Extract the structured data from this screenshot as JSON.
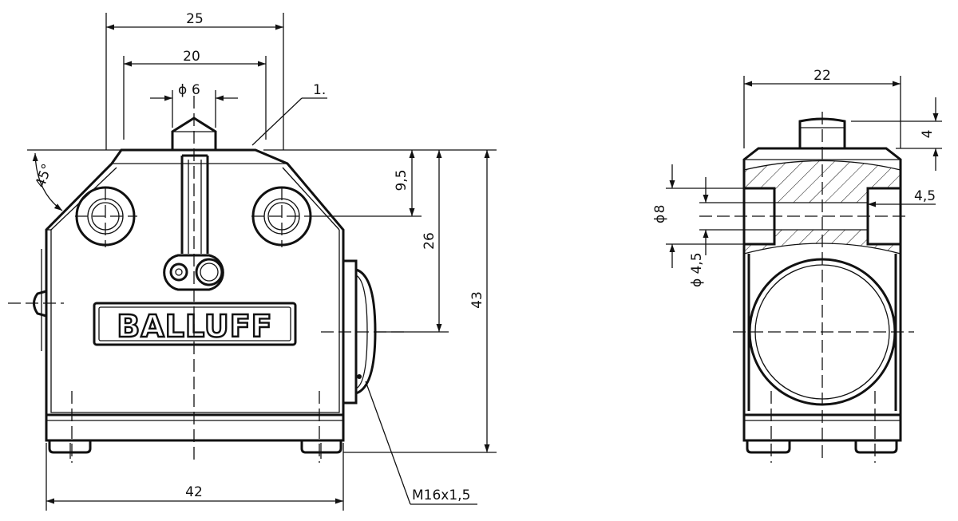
{
  "front_view": {
    "dims": {
      "width_25": "25",
      "width_20": "20",
      "diameter_6": "6",
      "callout_1": "1.",
      "angle_45": "45°",
      "height_9_5": "9,5",
      "height_26": "26",
      "height_43": "43",
      "width_42": "42",
      "thread": "M16x1,5"
    },
    "logo": "BALLUFF"
  },
  "side_view": {
    "dims": {
      "width_22": "22",
      "height_4": "4",
      "diameter_8": "8",
      "diameter_4_5": "4,5",
      "depth_4_5": "4,5"
    }
  },
  "symbols": {
    "diameter": "ϕ"
  }
}
